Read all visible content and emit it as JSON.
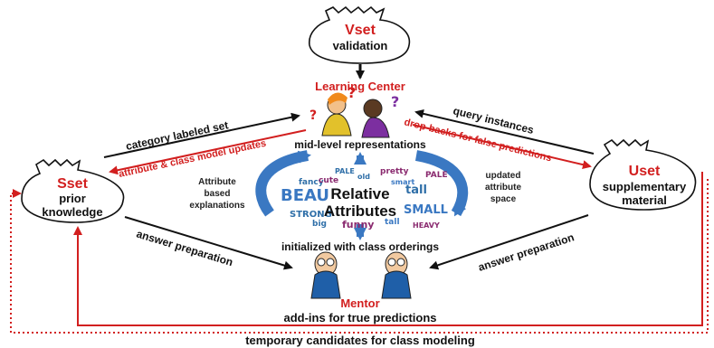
{
  "vset": {
    "title": "Vset",
    "subtitle": "validation"
  },
  "learning_center": {
    "title": "Learning Center"
  },
  "sset": {
    "title": "Sset",
    "line1": "prior",
    "line2": "knowledge"
  },
  "uset": {
    "title": "Uset",
    "line1": "supplementary",
    "line2": "material"
  },
  "mentor": {
    "title": "Mentor"
  },
  "center": {
    "line1": "Relative",
    "line2": "Attributes"
  },
  "labels": {
    "mid_level": "mid-level representations",
    "category": "category labeled set",
    "attr_updates": "attribute & class model updates",
    "query": "query instances",
    "dropbacks": "drop-backs for false predictions",
    "attr_based_1": "Attribute",
    "attr_based_2": "based",
    "attr_based_3": "explanations",
    "updated_1": "updated",
    "updated_2": "attribute",
    "updated_3": "space",
    "initialized": "initialized with class orderings",
    "answer_left": "answer preparation",
    "answer_right": "answer preparation",
    "addins": "add-ins for true predictions",
    "temporary": "temporary candidates for class modeling"
  },
  "wordcloud": [
    "PALE",
    "pretty",
    "BEAU",
    "tall",
    "SMALL",
    "funny",
    "STRONG",
    "PALE",
    "fancy",
    "tall",
    "cute",
    "big",
    "HEAVY",
    "smart",
    "old"
  ],
  "colors": {
    "red": "#d21f1f",
    "blue": "#3a78c2",
    "black": "#111111"
  }
}
